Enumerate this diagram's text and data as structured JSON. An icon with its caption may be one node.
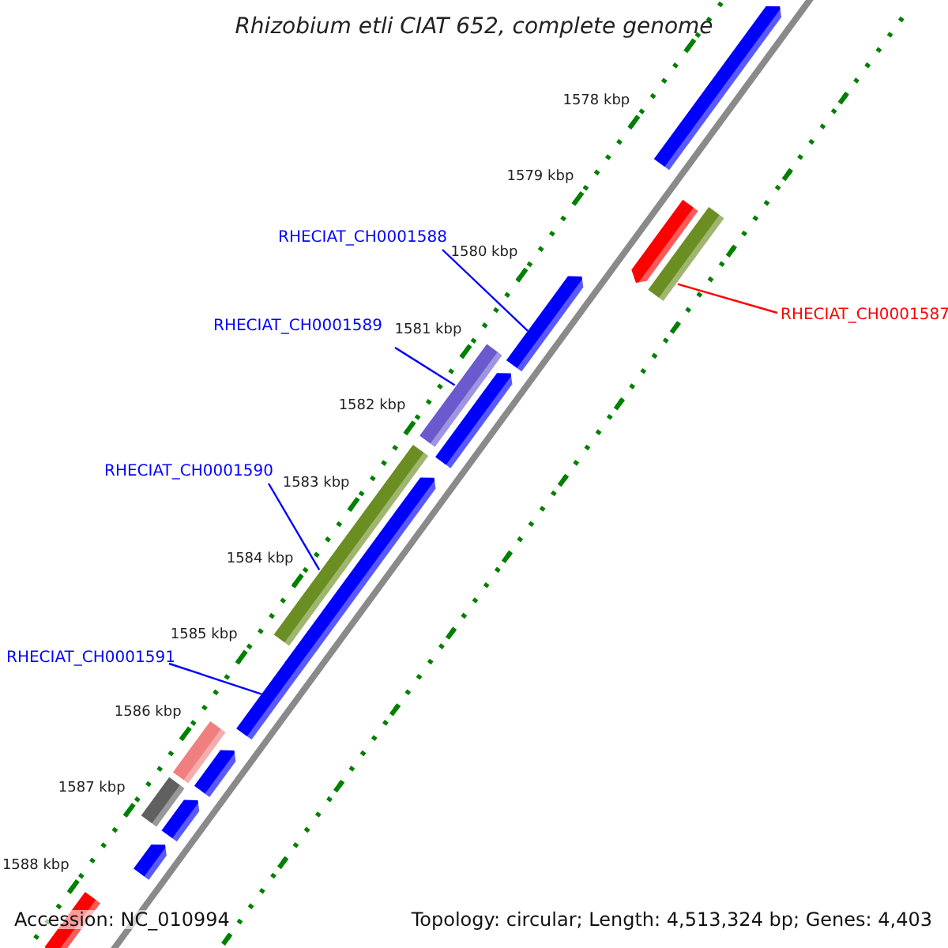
{
  "diagram": {
    "title": "Rhizobium etli CIAT 652, complete genome",
    "nodes": [
      {
        "text": [
          "RHECIAT_CH0001588"
        ]
      },
      {
        "text": [],
        "shape": "bar"
      },
      {
        "text": [
          "RHECIAT_CH0001587"
        ]
      },
      {
        "text": [],
        "shape": "bar"
      },
      {
        "text": [
          "RHECIAT_CH0001589"
        ]
      },
      {
        "text": [],
        "shape": "bar"
      },
      {
        "text": [
          "RHECIAT_CH0001590"
        ]
      },
      {
        "text": [],
        "shape": "bar"
      },
      {
        "text": [
          "RHECIAT_CH0001591"
        ]
      },
      {
        "text": [],
        "shape": "bar"
      }
    ],
    "edges": [
      {
        "from": 0,
        "to": 1,
        "arrow": "none"
      },
      {
        "from": 2,
        "to": 3,
        "arrow": "none",
        "color": "#ff0000"
      },
      {
        "from": 4,
        "to": 5,
        "arrow": "none"
      },
      {
        "from": 6,
        "to": 7,
        "arrow": "none"
      },
      {
        "from": 8,
        "to": 9,
        "arrow": "none"
      }
    ],
    "labels": [
      "1578 kbp",
      "1579 kbp",
      "1580 kbp",
      "1581 kbp",
      "1582 kbp",
      "1583 kbp",
      "1584 kbp",
      "1585 kbp",
      "1586 kbp",
      "1587 kbp",
      "1588 kbp",
      "Accession: NC_010994",
      "Topology: circular; Length: 4,513,324 bp; Genes: 4,403"
    ]
  }
}
